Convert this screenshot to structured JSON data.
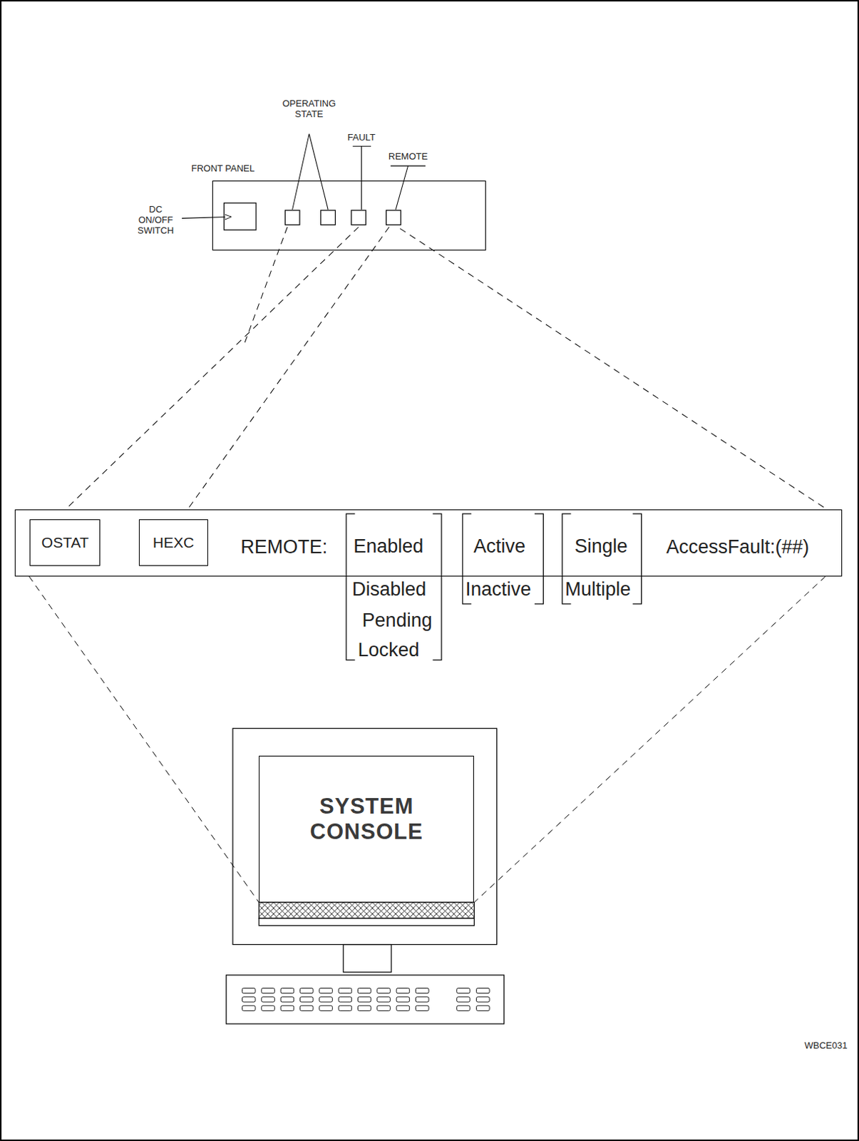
{
  "diagram": {
    "nodes": [
      {
        "text": [
          "FRONT PANEL"
        ]
      },
      {
        "text": [
          "REMOTE:",
          "AccessFault:(##)"
        ]
      },
      {
        "text": [
          "OSTAT"
        ],
        "in": 1
      },
      {
        "text": [
          "HEXC"
        ],
        "in": 1
      },
      {
        "text": [
          "SYSTEM CONSOLE"
        ]
      }
    ],
    "edges": [
      {
        "from": 1,
        "to": 4,
        "arrow": "none"
      },
      {
        "from": 1,
        "to": 4,
        "arrow": "none"
      }
    ],
    "labels": [
      "OPERATING STATE",
      "FAULT",
      "REMOTE",
      "DC ON/OFF SWITCH",
      "Enabled",
      "Disabled",
      "Pending",
      "Locked",
      "Active",
      "Inactive",
      "Single",
      "Multiple",
      "WBCE031"
    ]
  }
}
